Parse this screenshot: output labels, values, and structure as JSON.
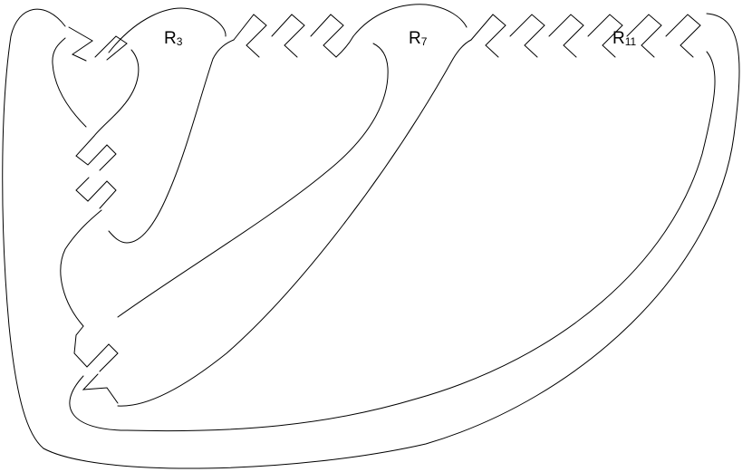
{
  "labels": {
    "r3": {
      "main": "R",
      "sub": "3"
    },
    "r7": {
      "main": "R",
      "sub": "7"
    },
    "r11": {
      "main": "R",
      "sub": "11"
    }
  },
  "colors": {
    "stroke": "#000000",
    "background": "#ffffff"
  }
}
